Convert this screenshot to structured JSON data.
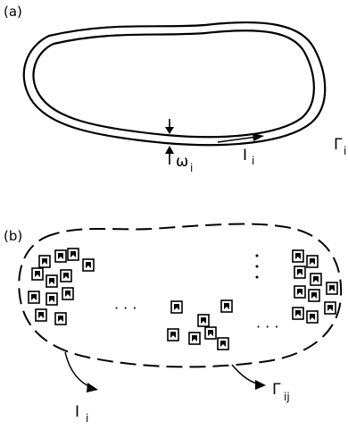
{
  "panel_a": {
    "label": "(a)",
    "width_symbol": "ω",
    "width_subscript": "i",
    "current_symbol": "I",
    "current_subscript": "i",
    "boundary_symbol": "Γ",
    "boundary_subscript": "i"
  },
  "panel_b": {
    "label": "(b)",
    "ellipsis_horizontal": "· · ·",
    "ellipsis_horizontal_2": "· · ·",
    "current_symbol": "I",
    "current_subscript": "i",
    "boundary_symbol": "Γ",
    "boundary_subscript": "ij"
  }
}
